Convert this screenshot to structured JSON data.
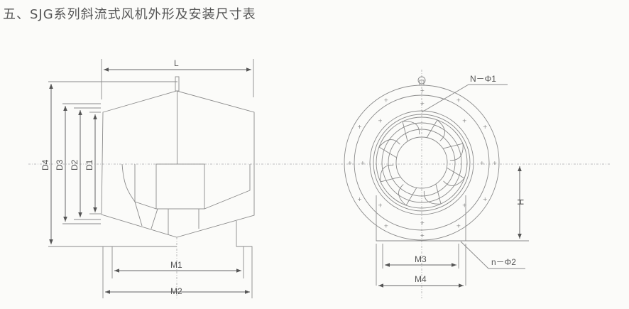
{
  "title": "五、SJG系列斜流式风机外形及安装尺寸表",
  "side_view": {
    "labels": {
      "L": "L",
      "D4": "D4",
      "D3": "D3",
      "D2": "D2",
      "D1": "D1",
      "M1": "M1",
      "M2": "M2"
    }
  },
  "front_view": {
    "labels": {
      "N_phi1": "N－Φ1",
      "n_phi2": "n－Φ2",
      "H": "H",
      "M3": "M3",
      "M4": "M4"
    }
  },
  "colors": {
    "line": "#8a8a8a",
    "text": "#555555",
    "background": "#fbfbf9"
  }
}
